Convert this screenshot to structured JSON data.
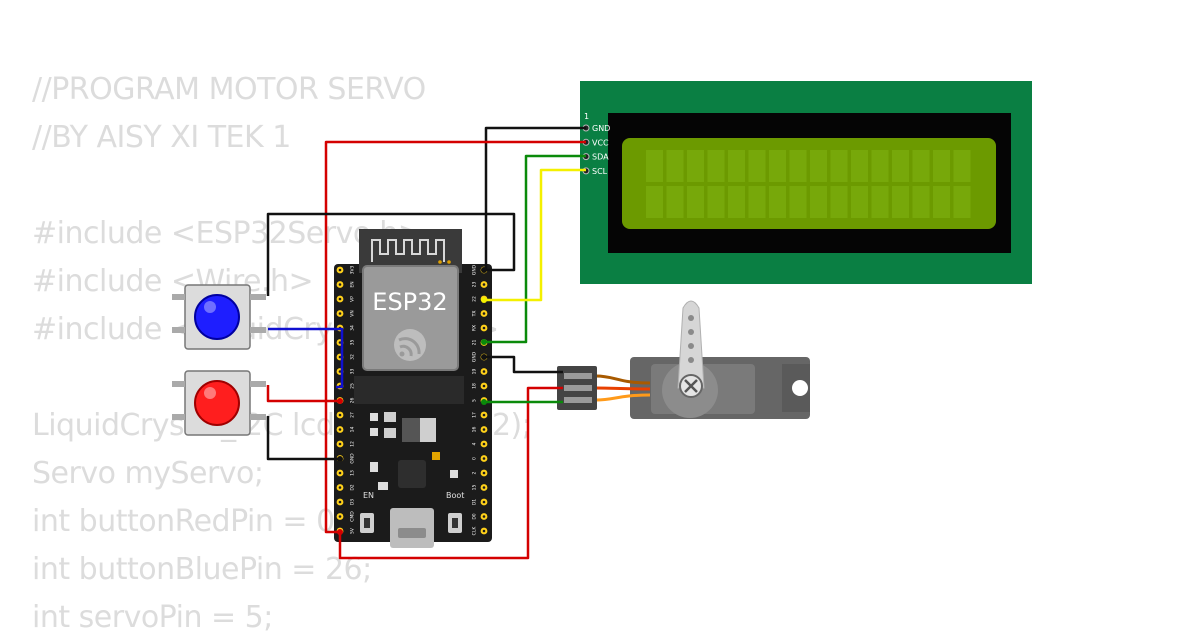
{
  "code_lines": [
    "//PROGRAM MOTOR SERVO",
    "//BY AISY XI TEK 1",
    "",
    "#include <ESP32Servo.h>",
    "#include <Wire.h>",
    "#include <LiquidCrystal_I2C.h>",
    "",
    "LiquidCrystal_I2C lcd(0x27, 16, 2);",
    "Servo myServo;",
    "int buttonRedPin = 0;",
    "int buttonBluePin = 26;",
    "int servoPin = 5;"
  ],
  "esp32": {
    "chip_label": "ESP32",
    "en_label": "EN",
    "boot_label": "Boot",
    "left_pins": [
      "3V3",
      "EN",
      "VP",
      "VN",
      "34",
      "35",
      "32",
      "33",
      "25",
      "26",
      "27",
      "14",
      "12",
      "GND",
      "13",
      "D2",
      "D3",
      "CMD",
      "5V"
    ],
    "right_pins": [
      "GND",
      "23",
      "22",
      "TX",
      "RX",
      "21",
      "GND",
      "19",
      "18",
      "5",
      "17",
      "16",
      "4",
      "0",
      "2",
      "15",
      "D1",
      "D0",
      "CLK"
    ]
  },
  "lcd": {
    "pin1_label": "1",
    "pins": [
      "GND",
      "VCC",
      "SDA",
      "SCL"
    ]
  },
  "colors": {
    "wire_red": "#d40000",
    "wire_black": "#111111",
    "wire_green": "#0a8a0a",
    "wire_yellow": "#f4f000",
    "wire_blue": "#1010d0",
    "lcd_board": "#0a7f43",
    "lcd_screen": "#6c9a00",
    "board_black": "#1b1b1b",
    "pin_yellow": "#ffd11a"
  }
}
